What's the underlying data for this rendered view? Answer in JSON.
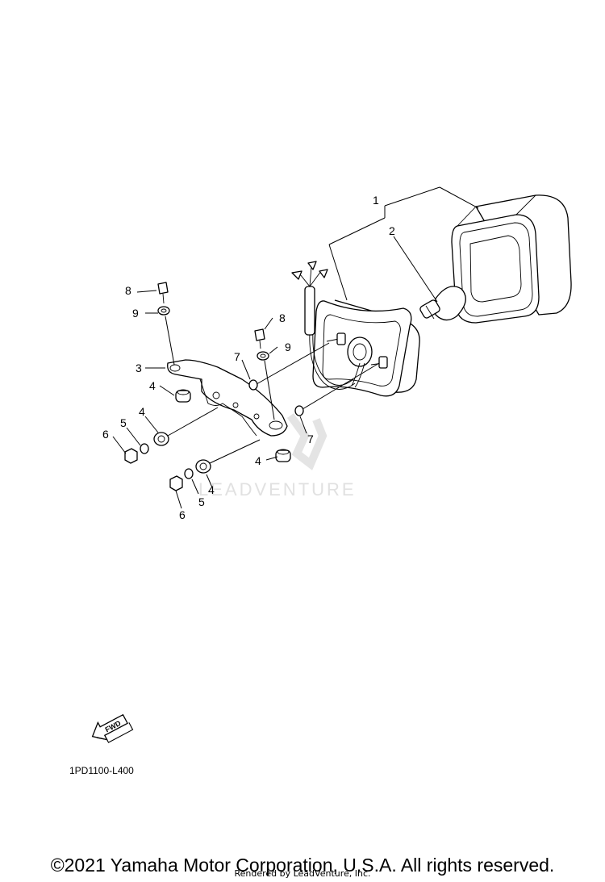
{
  "callouts": [
    {
      "id": "1",
      "label": "1"
    },
    {
      "id": "2",
      "label": "2"
    },
    {
      "id": "3",
      "label": "3"
    },
    {
      "id": "4a",
      "label": "4"
    },
    {
      "id": "4b",
      "label": "4"
    },
    {
      "id": "4c",
      "label": "4"
    },
    {
      "id": "4d",
      "label": "4"
    },
    {
      "id": "5a",
      "label": "5"
    },
    {
      "id": "5b",
      "label": "5"
    },
    {
      "id": "6a",
      "label": "6"
    },
    {
      "id": "6b",
      "label": "6"
    },
    {
      "id": "7a",
      "label": "7"
    },
    {
      "id": "7b",
      "label": "7"
    },
    {
      "id": "8a",
      "label": "8"
    },
    {
      "id": "8b",
      "label": "8"
    },
    {
      "id": "9a",
      "label": "9"
    },
    {
      "id": "9b",
      "label": "9"
    }
  ],
  "fwd_badge": "FWD",
  "watermark": "LEADVENTURE",
  "diagram_code": "1PD1100-L400",
  "copyright": "©2021 Yamaha Motor Corporation, U.S.A. All rights reserved.",
  "rendered_by": "Rendered by LeadVenture, Inc."
}
